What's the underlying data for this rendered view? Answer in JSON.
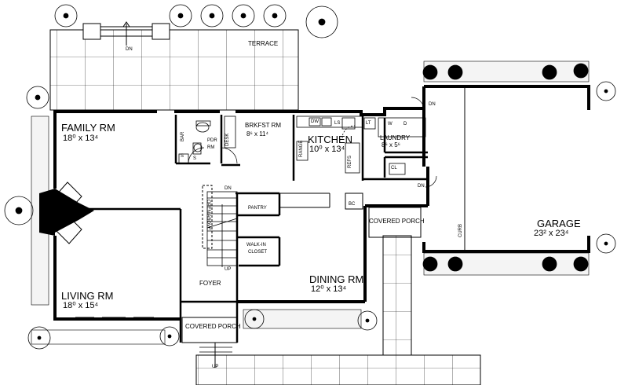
{
  "rooms": {
    "family": {
      "name": "FAMILY RM",
      "dim": "18⁰ x 13⁴"
    },
    "living": {
      "name": "LIVING RM",
      "dim": "18⁰ x 15⁴"
    },
    "kitchen": {
      "name": "KITCHEN",
      "dim": "10⁰ x 13⁴"
    },
    "breakfast": {
      "name": "BRKFST RM",
      "dim": "8⁶ x 11⁴"
    },
    "dining": {
      "name": "DINING RM",
      "dim": "12⁰ x 13⁴"
    },
    "laundry": {
      "name": "LAUNDRY",
      "dim": "8⁶ x 5⁶"
    },
    "garage": {
      "name": "GARAGE",
      "dim": "23² x 23⁴"
    },
    "terrace": {
      "name": "TERRACE"
    },
    "foyer": {
      "name": "FOYER"
    },
    "pantry": {
      "name": "PANTRY"
    },
    "walkin": {
      "line1": "WALK-IN",
      "line2": "CLOSET"
    },
    "pdr": {
      "line1": "PDR",
      "line2": "RM"
    },
    "porch_front": {
      "name": "COVERED PORCH"
    },
    "porch_side": {
      "name": "COVERED PORCH"
    }
  },
  "fixtures": {
    "bar": "BAR",
    "desk": "DESK",
    "range": "RANGE",
    "refs": "REFS",
    "dw": "DW",
    "ls": "LS",
    "lt": "LT",
    "w": "W",
    "d": "D",
    "cl": "CL",
    "bc": "BC",
    "curb": "CURB",
    "s1": "S",
    "s2": "S",
    "open_above": "OPEN ABOVE"
  },
  "stairs": {
    "dn_terrace": "DN",
    "dn_garage": "DN",
    "dn_side": "DN",
    "dn_stair": "DN",
    "up_stair": "UP",
    "up_entry": "UP"
  }
}
